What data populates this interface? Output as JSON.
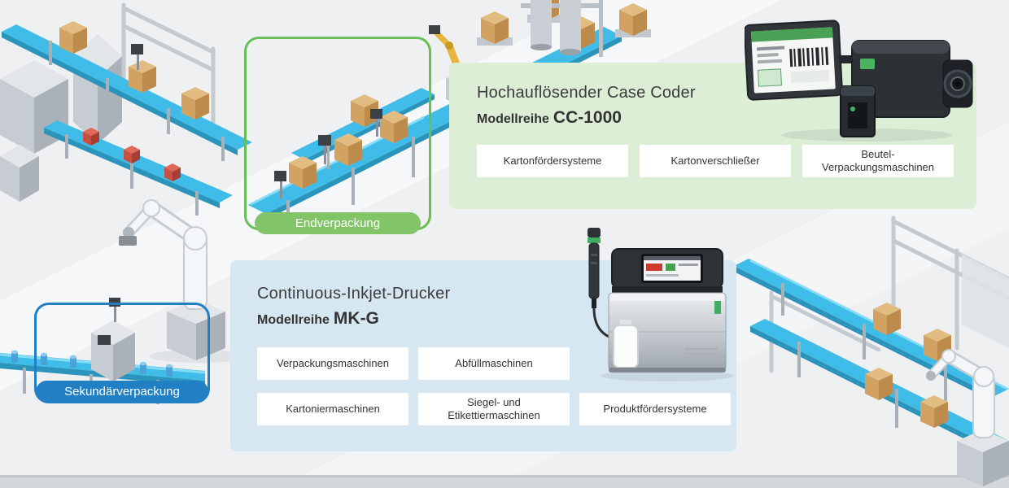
{
  "callouts": {
    "endverpackung": {
      "label": "Endverpackung",
      "accent_color": "#69bf55"
    },
    "sekundaerverpackung": {
      "label": "Sekundärverpackung",
      "accent_color": "#2180c4"
    }
  },
  "case_coder": {
    "title": "Hochauflösender Case Coder",
    "model_prefix": "Modellreihe",
    "model_name": "CC-1000",
    "panel_color": "#dceed5",
    "chips": [
      "Kartonfördersysteme",
      "Kartonverschließer",
      "Beutel-Verpackungsmaschinen"
    ]
  },
  "inkjet": {
    "title": "Continuous-Inkjet-Drucker",
    "model_prefix": "Modellreihe",
    "model_name": "MK-G",
    "panel_color": "#d7e7f2",
    "chips_row1": [
      "Verpackungsmaschinen",
      "Abfüllmaschinen"
    ],
    "chips_row2": [
      "Kartoniermaschinen",
      "Siegel- und Etikettiermaschinen",
      "Produktfördersysteme"
    ]
  }
}
